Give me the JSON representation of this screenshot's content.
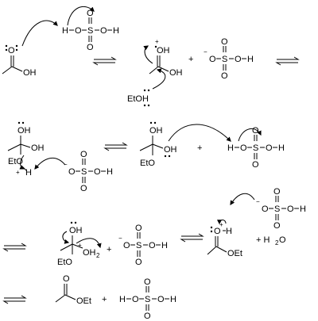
{
  "labels": {
    "o": "O",
    "oh": "OH",
    "ho": "HO",
    "h": "H",
    "s": "S",
    "etoh": "EtOH",
    "eto": "EtO",
    "oet": "OEt",
    "plus": "+",
    "minus": "−",
    "plus_water": "+ H",
    "two": "2",
    "o_end": "O"
  }
}
